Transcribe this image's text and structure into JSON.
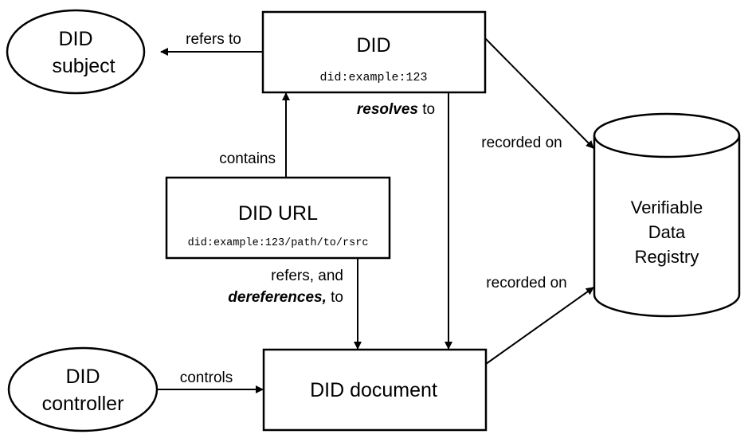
{
  "nodes": {
    "did_subject": {
      "line1": "DID",
      "line2": "subject"
    },
    "did": {
      "title": "DID",
      "example": "did:example:123"
    },
    "did_url": {
      "title": "DID URL",
      "example": "did:example:123/path/to/rsrc"
    },
    "did_controller": {
      "line1": "DID",
      "line2": "controller"
    },
    "did_document": {
      "title": "DID document"
    },
    "registry": {
      "line1": "Verifiable",
      "line2": "Data",
      "line3": "Registry"
    }
  },
  "edges": {
    "refers_to": "refers to",
    "resolves_bold": "resolves",
    "resolves_rest": " to",
    "recorded_on_top": "recorded on",
    "contains": "contains",
    "recorded_on_bottom": "recorded on",
    "refers_and": "refers, and",
    "dereferences_bold": "dereferences,",
    "dereferences_rest": " to",
    "controls": "controls"
  }
}
